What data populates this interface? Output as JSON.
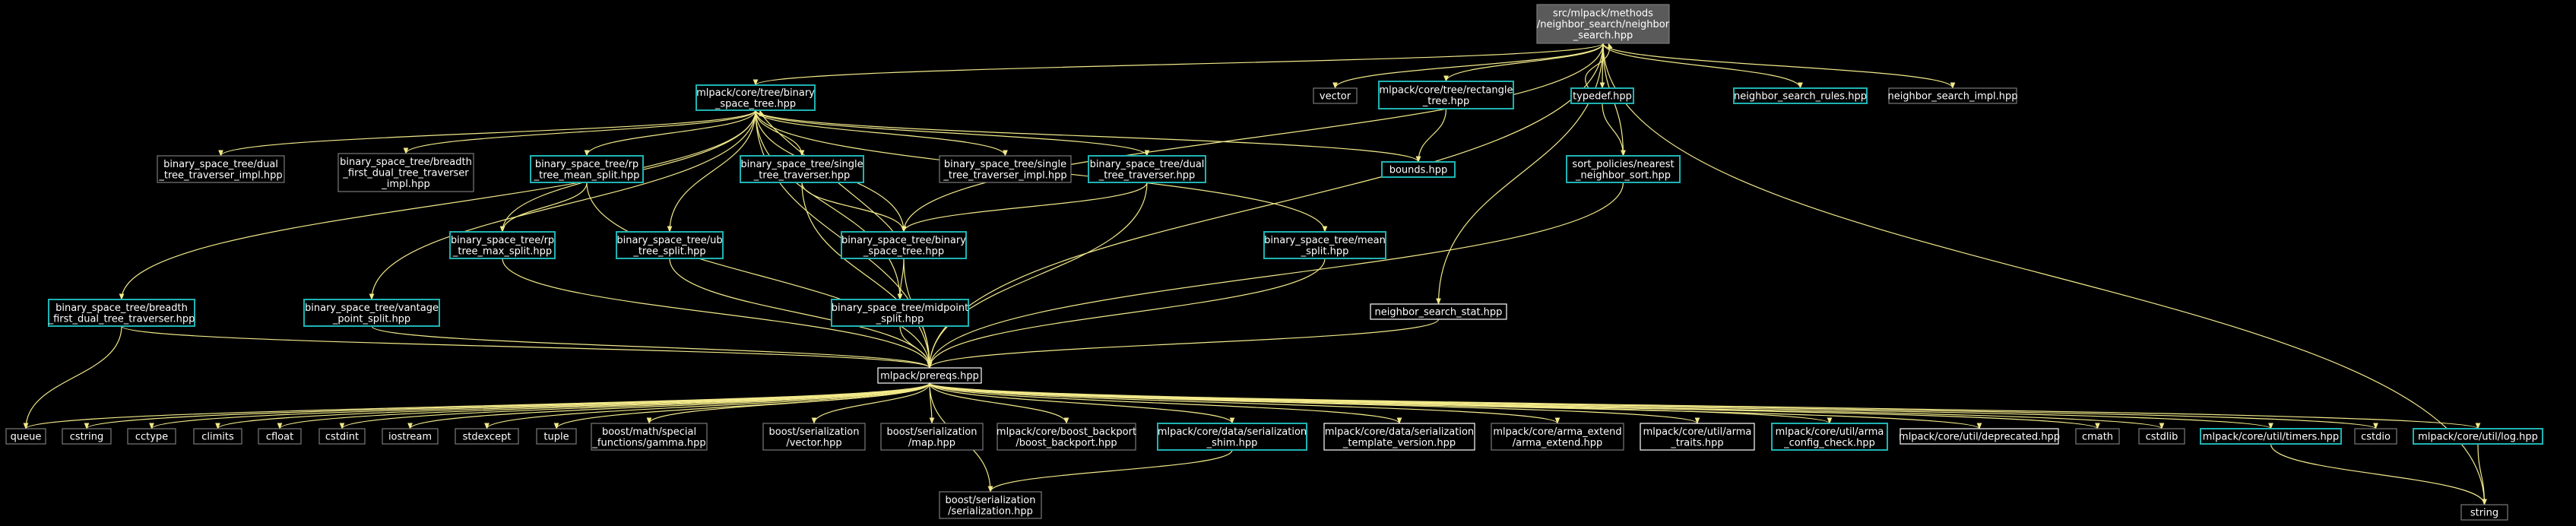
{
  "colors": {
    "background": "#000000",
    "edge": "#f2e98a",
    "node_text": "#ffffff",
    "border_plain": "#7a7a7a",
    "border_cyan": "#1fb3b3",
    "border_white": "#ffffff",
    "root_fill": "#5a5a5a"
  },
  "nodes": {
    "root": {
      "lines": [
        "src/mlpack/methods",
        "/neighbor_search/neighbor",
        "_search.hpp"
      ]
    },
    "bst": {
      "lines": [
        "mlpack/core/tree/binary",
        "_space_tree.hpp"
      ]
    },
    "vector": {
      "lines": [
        "vector"
      ]
    },
    "rect": {
      "lines": [
        "mlpack/core/tree/rectangle",
        "_tree.hpp"
      ]
    },
    "typedef": {
      "lines": [
        "typedef.hpp"
      ]
    },
    "nsrules": {
      "lines": [
        "neighbor_search_rules.hpp"
      ]
    },
    "nsimpl": {
      "lines": [
        "neighbor_search_impl.hpp"
      ]
    },
    "dual_impl": {
      "lines": [
        "binary_space_tree/dual",
        "_tree_traverser_impl.hpp"
      ]
    },
    "bfdt_impl": {
      "lines": [
        "binary_space_tree/breadth",
        "_first_dual_tree_traverser",
        "_impl.hpp"
      ]
    },
    "rpmean": {
      "lines": [
        "binary_space_tree/rp",
        "_tree_mean_split.hpp"
      ]
    },
    "single": {
      "lines": [
        "binary_space_tree/single",
        "_tree_traverser.hpp"
      ]
    },
    "single_impl": {
      "lines": [
        "binary_space_tree/single",
        "_tree_traverser_impl.hpp"
      ]
    },
    "dual": {
      "lines": [
        "binary_space_tree/dual",
        "_tree_traverser.hpp"
      ]
    },
    "bounds": {
      "lines": [
        "bounds.hpp"
      ]
    },
    "nearest": {
      "lines": [
        "sort_policies/nearest",
        "_neighbor_sort.hpp"
      ]
    },
    "rpmax": {
      "lines": [
        "binary_space_tree/rp",
        "_tree_max_split.hpp"
      ]
    },
    "ub": {
      "lines": [
        "binary_space_tree/ub",
        "_tree_split.hpp"
      ]
    },
    "bstb": {
      "lines": [
        "binary_space_tree/binary",
        "_space_tree.hpp"
      ]
    },
    "meansplit": {
      "lines": [
        "binary_space_tree/mean",
        "_split.hpp"
      ]
    },
    "bfdt": {
      "lines": [
        "binary_space_tree/breadth",
        "_first_dual_tree_traverser.hpp"
      ]
    },
    "vantage": {
      "lines": [
        "binary_space_tree/vantage",
        "_point_split.hpp"
      ]
    },
    "midpoint": {
      "lines": [
        "binary_space_tree/midpoint",
        "_split.hpp"
      ]
    },
    "nsstat": {
      "lines": [
        "neighbor_search_stat.hpp"
      ]
    },
    "prereqs": {
      "lines": [
        "mlpack/prereqs.hpp"
      ]
    },
    "queue": {
      "lines": [
        "queue"
      ]
    },
    "cstring": {
      "lines": [
        "cstring"
      ]
    },
    "cctype": {
      "lines": [
        "cctype"
      ]
    },
    "climits": {
      "lines": [
        "climits"
      ]
    },
    "cfloat": {
      "lines": [
        "cfloat"
      ]
    },
    "cstdint": {
      "lines": [
        "cstdint"
      ]
    },
    "iostream": {
      "lines": [
        "iostream"
      ]
    },
    "stdexcept": {
      "lines": [
        "stdexcept"
      ]
    },
    "tuple": {
      "lines": [
        "tuple"
      ]
    },
    "gamma": {
      "lines": [
        "boost/math/special",
        "_functions/gamma.hpp"
      ]
    },
    "svector": {
      "lines": [
        "boost/serialization",
        "/vector.hpp"
      ]
    },
    "smap": {
      "lines": [
        "boost/serialization",
        "/map.hpp"
      ]
    },
    "backport": {
      "lines": [
        "mlpack/core/boost_backport",
        "/boost_backport.hpp"
      ]
    },
    "shim": {
      "lines": [
        "mlpack/core/data/serialization",
        "_shim.hpp"
      ]
    },
    "tmplver": {
      "lines": [
        "mlpack/core/data/serialization",
        "_template_version.hpp"
      ]
    },
    "armaext": {
      "lines": [
        "mlpack/core/arma_extend",
        "/arma_extend.hpp"
      ]
    },
    "armatraits": {
      "lines": [
        "mlpack/core/util/arma",
        "_traits.hpp"
      ]
    },
    "armaconf": {
      "lines": [
        "mlpack/core/util/arma",
        "_config_check.hpp"
      ]
    },
    "deprecated": {
      "lines": [
        "mlpack/core/util/deprecated.hpp"
      ]
    },
    "cmath": {
      "lines": [
        "cmath"
      ]
    },
    "cstdlib": {
      "lines": [
        "cstdlib"
      ]
    },
    "timers": {
      "lines": [
        "mlpack/core/util/timers.hpp"
      ]
    },
    "cstdio": {
      "lines": [
        "cstdio"
      ]
    },
    "log": {
      "lines": [
        "mlpack/core/util/log.hpp"
      ]
    },
    "serialization": {
      "lines": [
        "boost/serialization",
        "/serialization.hpp"
      ]
    },
    "string": {
      "lines": [
        "string"
      ]
    }
  }
}
